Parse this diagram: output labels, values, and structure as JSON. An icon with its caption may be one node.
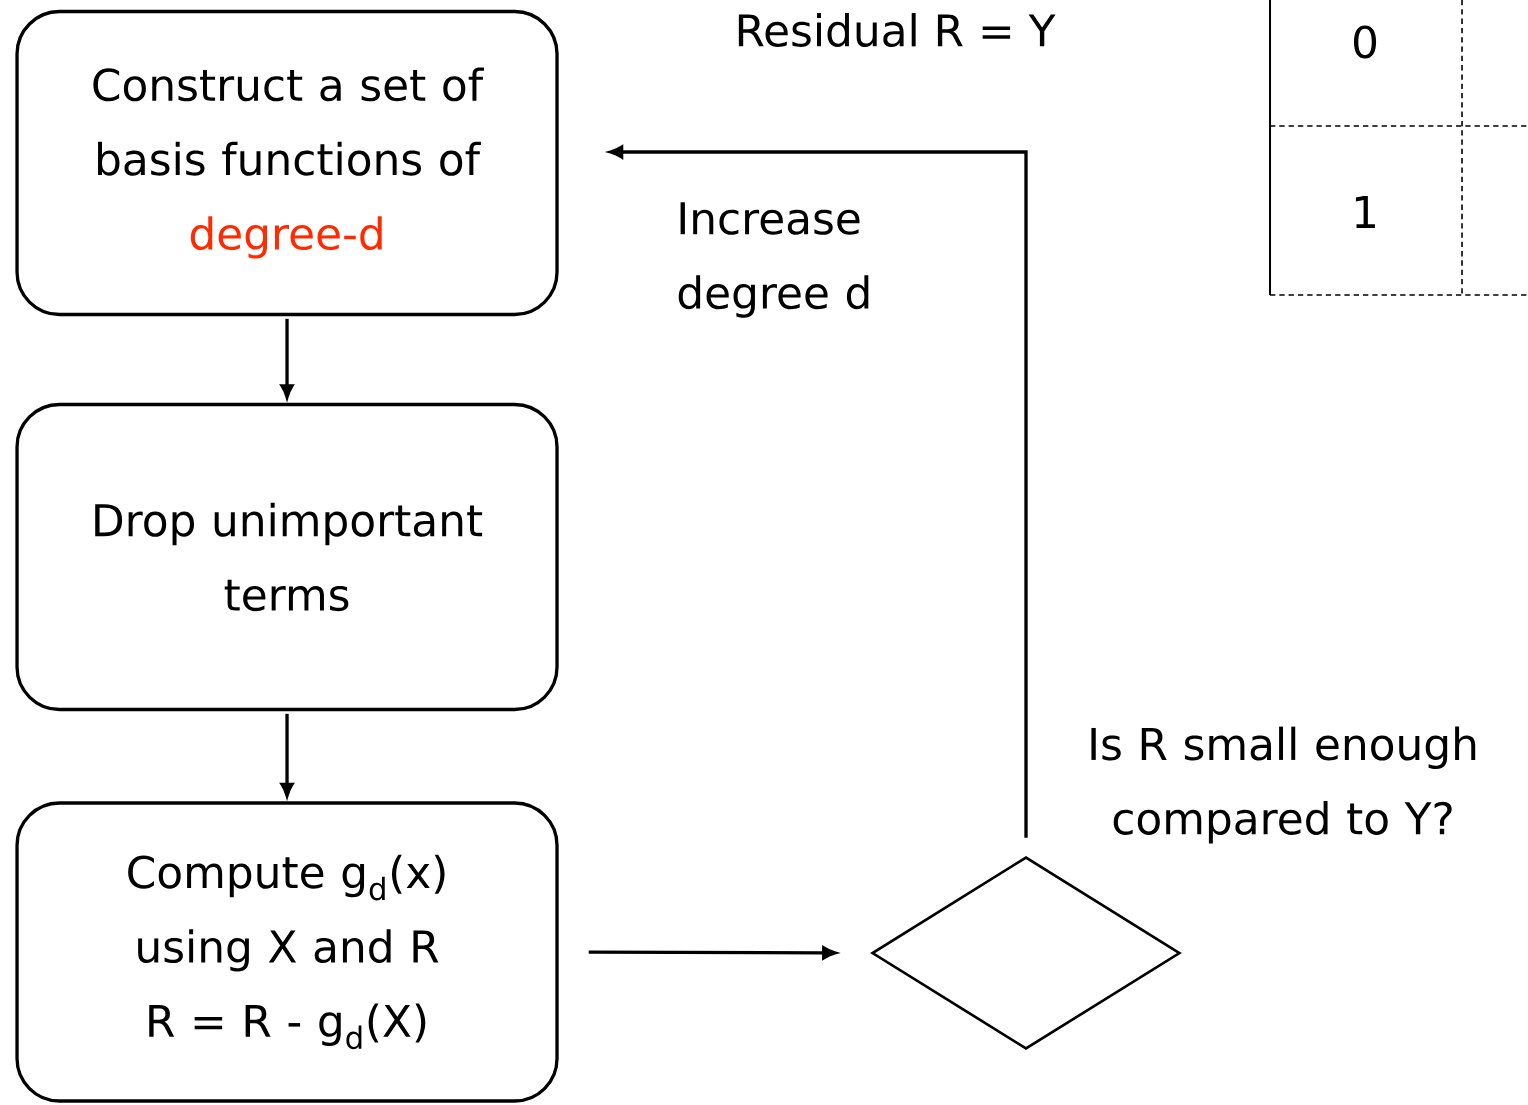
{
  "diagram": {
    "nodes": [
      {
        "text": [
          "Construct a set of basis functions of",
          "degree-d"
        ]
      },
      {
        "text": [
          "Drop unimportant terms"
        ]
      },
      {
        "text": [
          "Compute g$_{d}$(x) using X and R",
          "R = R - g$_{d}$(X)"
        ]
      },
      {
        "text": [],
        "shape": "diamond",
        "beside": [
          "Is R small enough compared to Y?"
        ]
      }
    ],
    "edges": [
      {
        "from": 0,
        "to": 1,
        "arrow": "to"
      },
      {
        "from": 1,
        "to": 2,
        "arrow": "to"
      },
      {
        "from": 2,
        "to": 3,
        "arrow": "to"
      },
      {
        "from": 3,
        "to": 0,
        "arrow": "to",
        "label": "Increase degree d"
      }
    ],
    "labels": [
      "Residual R = Y",
      "0",
      "1"
    ]
  }
}
